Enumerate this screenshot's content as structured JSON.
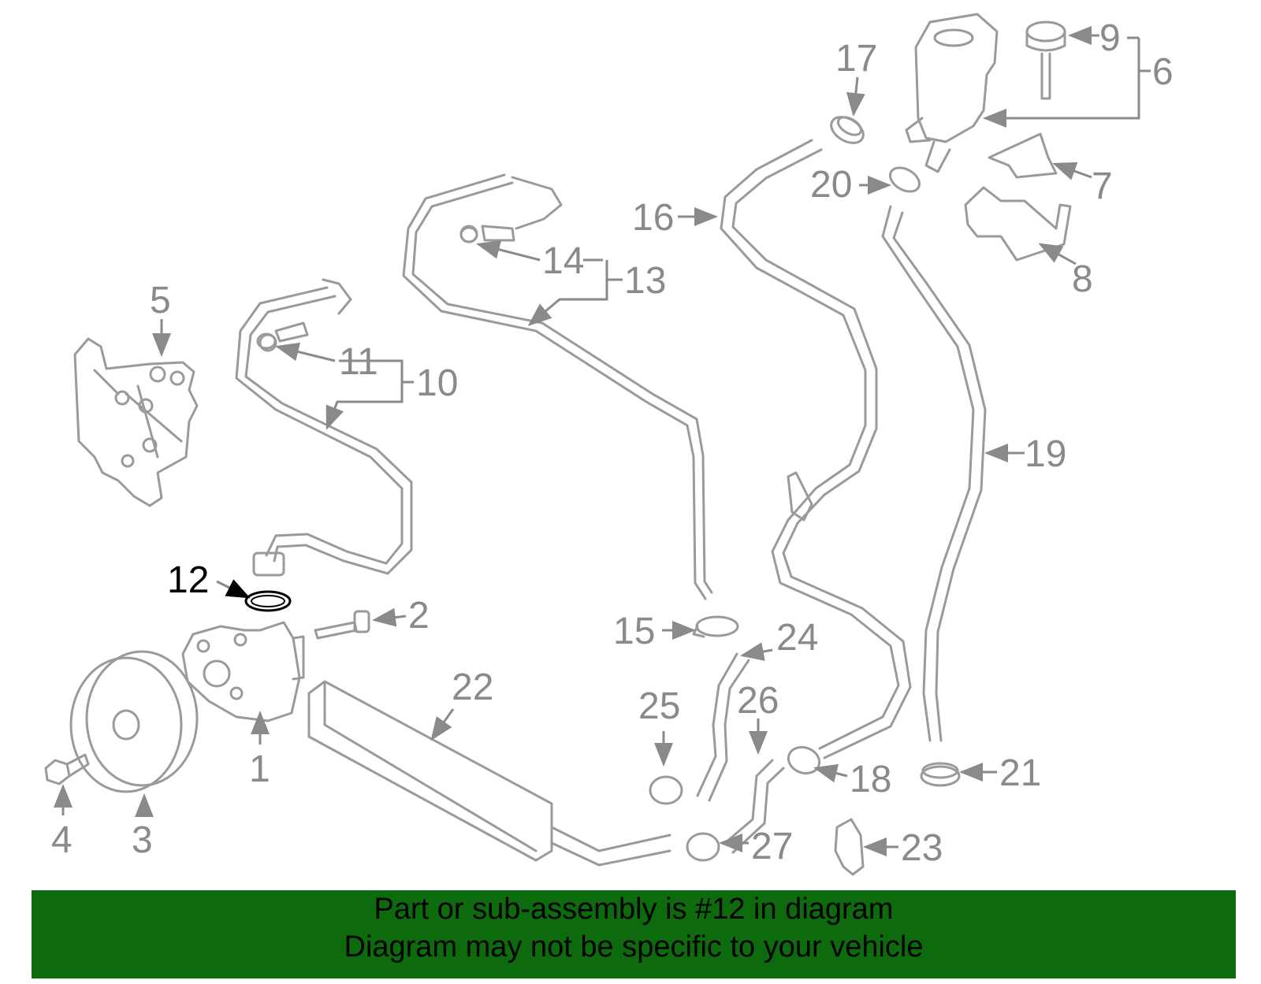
{
  "diagram": {
    "callouts": [
      "1",
      "2",
      "3",
      "4",
      "5",
      "6",
      "7",
      "8",
      "9",
      "10",
      "11",
      "12",
      "13",
      "14",
      "15",
      "16",
      "17",
      "18",
      "19",
      "20",
      "21",
      "22",
      "23",
      "24",
      "25",
      "26",
      "27"
    ],
    "highlighted_callout": "12",
    "colors": {
      "part_line": "#9a9a9a",
      "label": "#8a8a8a",
      "highlight": "#000000"
    }
  },
  "banner": {
    "line1": "Part or sub-assembly is #12 in diagram",
    "line2": "Diagram may not be specific to your vehicle",
    "background": "#0d6a0d"
  }
}
